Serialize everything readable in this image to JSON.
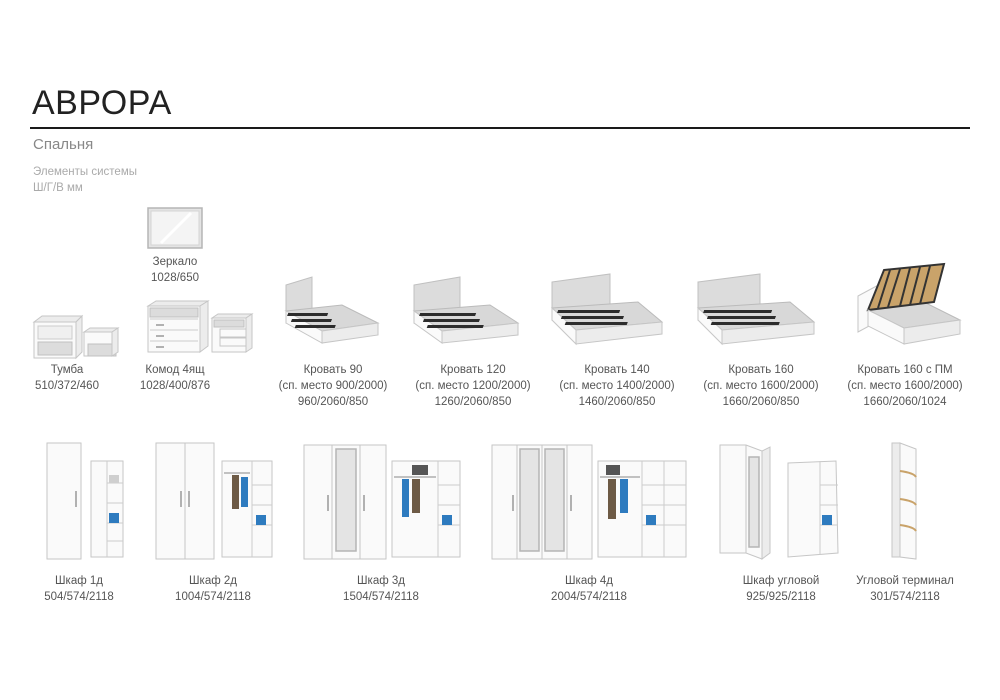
{
  "header": {
    "title": "АВРОРА",
    "subtitle": "Спальня",
    "system_label": "Элементы системы",
    "dims_label": "Ш/Г/В мм"
  },
  "items": {
    "mirror": {
      "name": "Зеркало",
      "dims": "1028/650"
    },
    "tumba": {
      "name": "Тумба",
      "dims": "510/372/460"
    },
    "komod": {
      "name": "Комод 4ящ",
      "dims": "1028/400/876"
    },
    "bed90": {
      "name": "Кровать 90",
      "sleep": "(сп. место 900/2000)",
      "dims": "960/2060/850"
    },
    "bed120": {
      "name": "Кровать 120",
      "sleep": "(сп. место 1200/2000)",
      "dims": "1260/2060/850"
    },
    "bed140": {
      "name": "Кровать 140",
      "sleep": "(сп. место 1400/2000)",
      "dims": "1460/2060/850"
    },
    "bed160": {
      "name": "Кровать 160",
      "sleep": "(сп. место 1600/2000)",
      "dims": "1660/2060/850"
    },
    "bed160pm": {
      "name": "Кровать 160 с ПМ",
      "sleep": "(сп. место 1600/2000)",
      "dims": "1660/2060/1024"
    },
    "shkaf1": {
      "name": "Шкаф 1д",
      "dims": "504/574/2118"
    },
    "shkaf2": {
      "name": "Шкаф 2д",
      "dims": "1004/574/2118"
    },
    "shkaf3": {
      "name": "Шкаф 3д",
      "dims": "1504/574/2118"
    },
    "shkaf4": {
      "name": "Шкаф 4д",
      "dims": "2004/574/2118"
    },
    "corner": {
      "name": "Шкаф угловой",
      "dims": "925/925/2118"
    },
    "terminal": {
      "name": "Угловой терминал",
      "dims": "301/574/2118"
    }
  }
}
